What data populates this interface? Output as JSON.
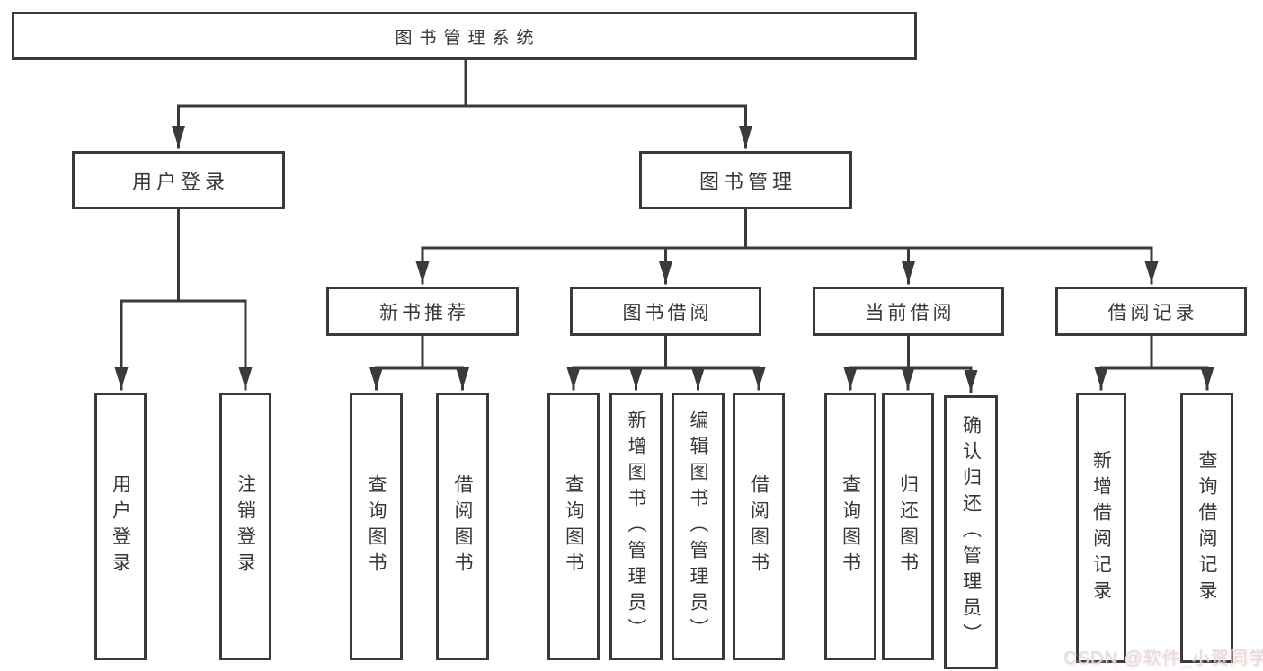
{
  "tree": {
    "label": "图书管理系统",
    "children": [
      {
        "label": "用户登录",
        "children": [
          {
            "label": "用户登录"
          },
          {
            "label": "注销登录"
          }
        ]
      },
      {
        "label": "图书管理",
        "children": [
          {
            "label": "新书推荐",
            "children": [
              {
                "label": "查询图书"
              },
              {
                "label": "借阅图书"
              }
            ]
          },
          {
            "label": "图书借阅",
            "children": [
              {
                "label": "查询图书"
              },
              {
                "label": "新增图书（管理员）"
              },
              {
                "label": "编辑图书（管理员）"
              },
              {
                "label": "借阅图书"
              }
            ]
          },
          {
            "label": "当前借阅",
            "children": [
              {
                "label": "查询图书"
              },
              {
                "label": "归还图书"
              },
              {
                "label": "确认归还（管理员）"
              }
            ]
          },
          {
            "label": "借阅记录",
            "children": [
              {
                "label": "新增借阅记录"
              },
              {
                "label": "查询借阅记录"
              }
            ]
          }
        ]
      }
    ]
  },
  "colors": {
    "line": "#3a3a3a",
    "text": "#383838",
    "background": "#ffffff",
    "watermark": "#e0dddd"
  },
  "watermark": "CSDN @软件_小贺同学"
}
